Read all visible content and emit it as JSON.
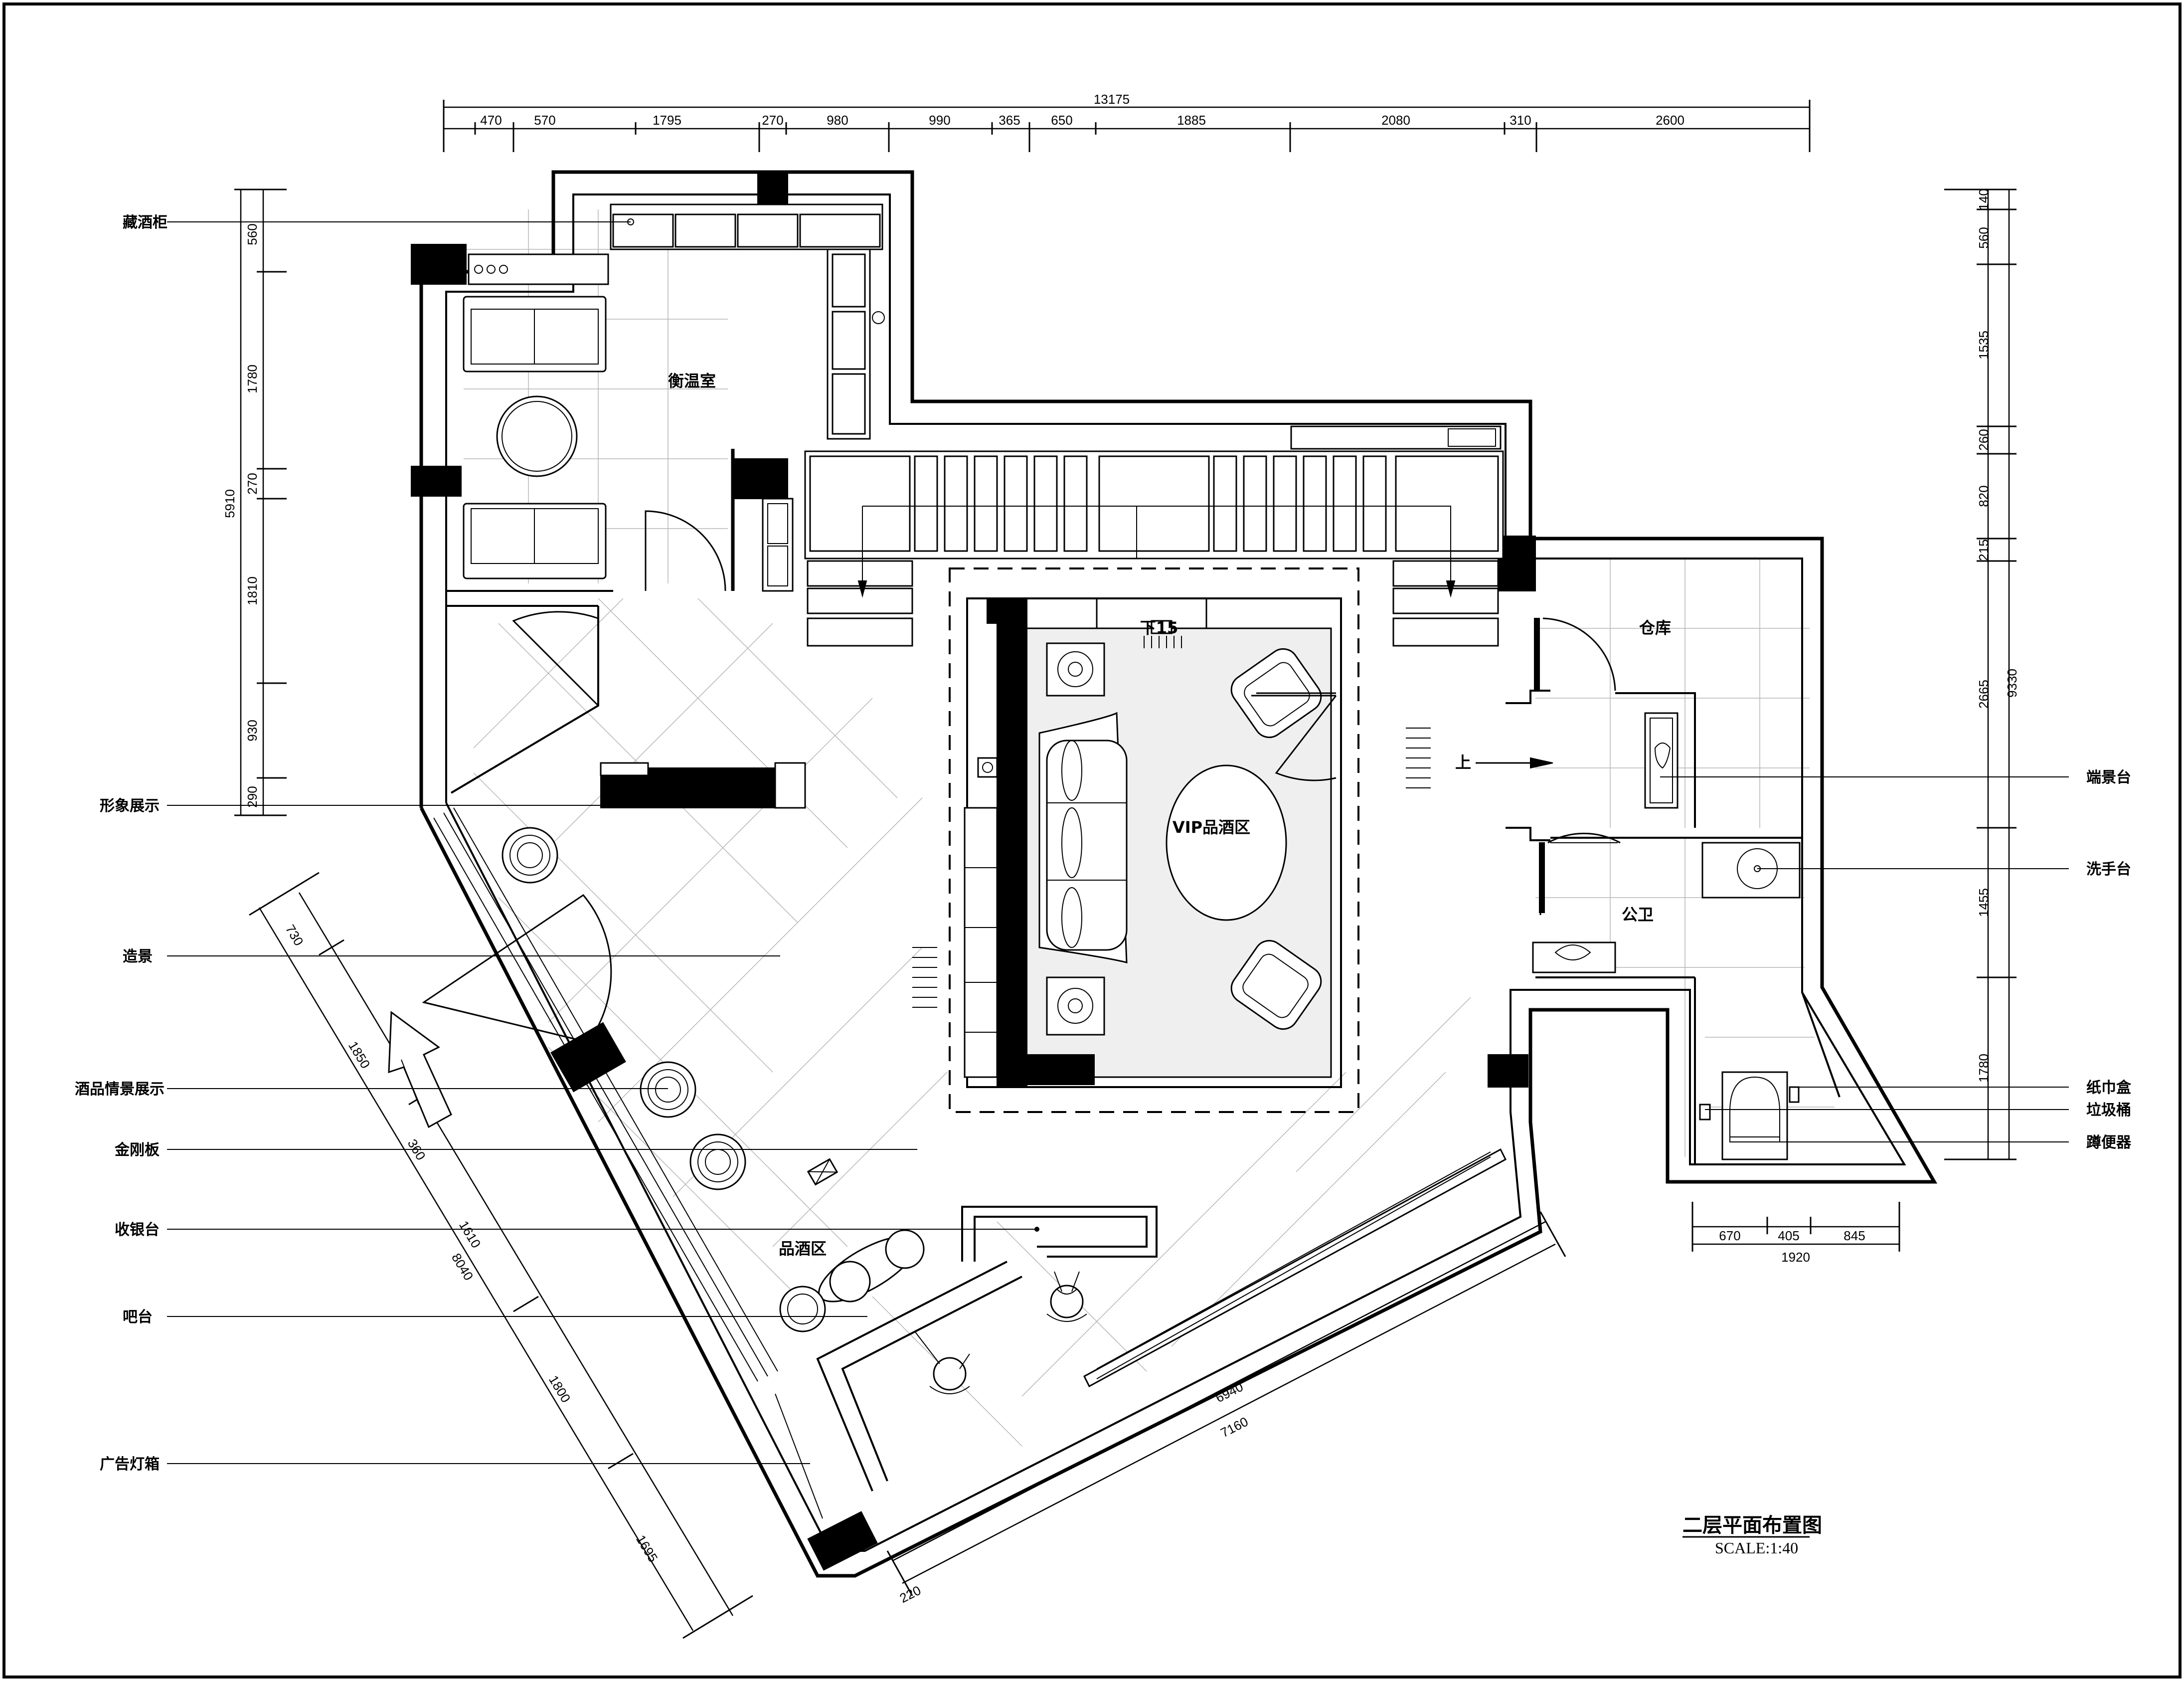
{
  "drawing": {
    "title": "二层平面布置图",
    "scale": "SCALE:1:40"
  },
  "rooms": {
    "wine_cellar": "衡温室",
    "vip_tasting": "VIP品酒区",
    "warehouse": "仓库",
    "public_toilet": "公卫",
    "tasting_area": "品酒区",
    "stairs_up": "上",
    "step_down": "下15"
  },
  "callouts_left": [
    "藏酒柜",
    "形象展示",
    "造景",
    "酒品情景展示",
    "金刚板",
    "收银台",
    "吧台",
    "广告灯箱"
  ],
  "callouts_right": [
    "端景台",
    "洗手台",
    "纸巾盒",
    "垃圾桶",
    "蹲便器"
  ],
  "dimensions": {
    "top_total": "13175",
    "top_segments": [
      "470",
      "570",
      "1795",
      "270",
      "980",
      "990",
      "365",
      "650",
      "1885",
      "2080",
      "310",
      "2600"
    ],
    "left_total": "5910",
    "left_segments": [
      "560",
      "1780",
      "270",
      "1810",
      "930",
      "290"
    ],
    "right_total": "9330",
    "right_segments": [
      "140",
      "560",
      "1535",
      "260",
      "820",
      "215",
      "2665",
      "1455",
      "1780"
    ],
    "bottom_right_total": "1920",
    "bottom_right_segments": [
      "670",
      "405",
      "845"
    ],
    "diagonal_left_total": "8040",
    "diagonal_left_segments": [
      "730",
      "1850",
      "360",
      "1610",
      "1800",
      "1695"
    ],
    "diagonal_bottom_inner": "6940",
    "diagonal_bottom_outer": "7160",
    "diagonal_bottom_small": "220"
  }
}
